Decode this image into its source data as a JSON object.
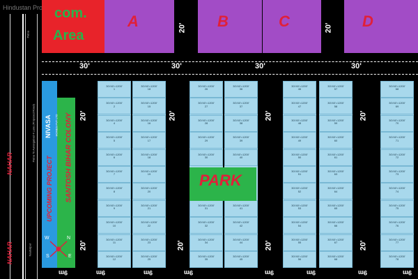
{
  "watermark": "Hindustan Property",
  "canal_label": "NAHAR",
  "road_label_left": "Patna To Aurangabad 4 Lane (Proposed Road)",
  "patna_label": "Patna",
  "naubatpur_label": "Naubatpur",
  "commercial_area": {
    "line1": "com.",
    "line2": "Area"
  },
  "blocks": [
    "A",
    "B",
    "C",
    "D"
  ],
  "road_widths": {
    "thirty": "30'",
    "twenty": "20'"
  },
  "bottom_road": "9m",
  "park_label": "PARK",
  "brand": {
    "name": "NIVASA",
    "sub": "HOMES PVT LTD"
  },
  "project": {
    "upcoming": "UPCOMING PROJECT",
    "name": "SANTOSH BIHAR COLONY"
  },
  "compass": {
    "n": "N",
    "s": "S",
    "e": "E",
    "w": "W"
  },
  "plot_size": "30'/40'=1200'",
  "columns": [
    {
      "plots": [
        "1",
        "2",
        "4",
        "5",
        "6",
        "7",
        "8",
        "9",
        "10",
        "11",
        "12"
      ]
    },
    {
      "plots": [
        "18",
        "15",
        "16",
        "17",
        "18",
        "19",
        "20",
        "21",
        "22",
        "23",
        "25"
      ]
    },
    {
      "plots": [
        "26",
        "27",
        "28",
        "29",
        "30",
        "31",
        "32",
        "34",
        "35"
      ]
    },
    {
      "plots": [
        "36",
        "37",
        "38",
        "39",
        "40",
        "41",
        "42",
        "44",
        "45"
      ]
    },
    {
      "plots": [
        "46",
        "47",
        "48",
        "49",
        "50",
        "51",
        "52",
        "53",
        "54",
        "55",
        "56"
      ]
    },
    {
      "plots": [
        "57",
        "58",
        "59",
        "60",
        "61",
        "63",
        "64",
        "65",
        "66",
        "67",
        "68"
      ]
    },
    {
      "plots": [
        "68",
        "69",
        "70",
        "71",
        "72",
        "73",
        "74",
        "75",
        "76",
        "77",
        "78"
      ]
    }
  ]
}
